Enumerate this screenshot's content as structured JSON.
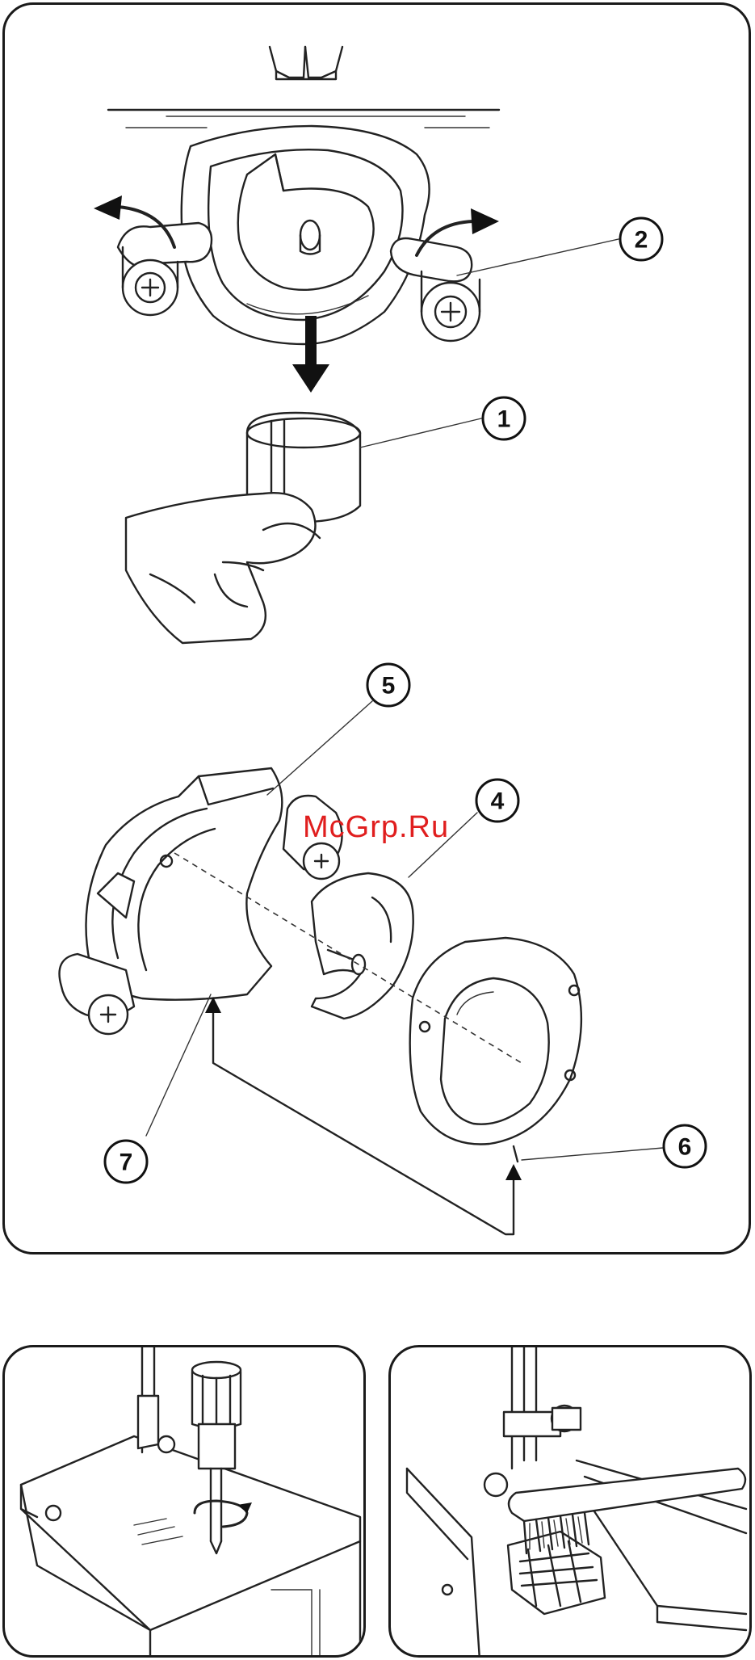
{
  "watermark": {
    "text": "McGrp.Ru",
    "color": "#e01e1e"
  },
  "callouts": [
    "1",
    "2",
    "4",
    "5",
    "6",
    "7"
  ],
  "colors": {
    "line": "#222222",
    "background": "#ffffff"
  }
}
